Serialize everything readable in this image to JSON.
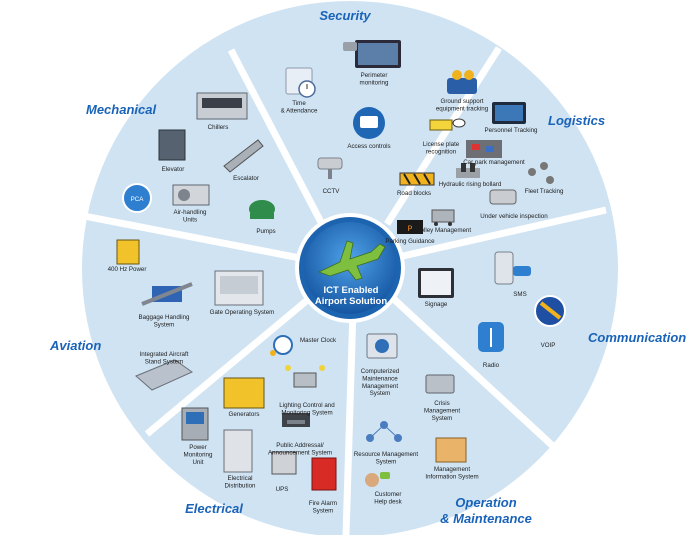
{
  "hub": {
    "line1": "ICT Enabled",
    "line2": "Airport Solution",
    "icon": "airplane-icon"
  },
  "colors": {
    "wheel": "#cfe3f3",
    "divider": "#ffffff",
    "category_text": "#1a63b8",
    "hub_outer": "#1c63b0",
    "hub_inner": "#2f86d4"
  },
  "categories": {
    "security": "Security",
    "logistics": "Logistics",
    "communication": "Communication",
    "operation_1": "Operation",
    "operation_2": "& Maintenance",
    "electrical": "Electrical",
    "aviation": "Aviation",
    "mechanical": "Mechanical"
  },
  "items": {
    "perimeter": [
      "Perimeter",
      "monitoring"
    ],
    "time": [
      "Time",
      "& Attendance"
    ],
    "access": [
      "Access controls"
    ],
    "cctv": [
      "CCTV"
    ],
    "ground": [
      "Ground support",
      "equipment tracking"
    ],
    "personnel": [
      "Personnel Tracking"
    ],
    "license": [
      "License plate",
      "recognition"
    ],
    "carpark": [
      "Car park management"
    ],
    "bollard": [
      "Hydraulic rising bollard"
    ],
    "fleet": [
      "Fleet Tracking"
    ],
    "roadblocks": [
      "Road blocks"
    ],
    "undervehicle": [
      "Under vehicle inspection"
    ],
    "trolley": [
      "Trolley Management"
    ],
    "parking": [
      "Parking Guidance"
    ],
    "sms": [
      "SMS"
    ],
    "signage": [
      "Signage"
    ],
    "voip": [
      "VOIP"
    ],
    "radio": [
      "Radio"
    ],
    "cmms": [
      "Computerized",
      "Maintenance",
      "Management",
      "System"
    ],
    "crisis": [
      "Crisis",
      "Management",
      "System"
    ],
    "resource": [
      "Resource Management",
      "System"
    ],
    "mis": [
      "Management",
      "Information System"
    ],
    "helpdesk": [
      "Customer",
      "Help desk"
    ],
    "masterclock": [
      "Master Clock"
    ],
    "generators": [
      "Generators"
    ],
    "lighting": [
      "Lighting Control and",
      "Monitoring System"
    ],
    "pa": [
      "Public Addressal/",
      "Announcement System"
    ],
    "power": [
      "Power",
      "Monitoring",
      "Unit"
    ],
    "elecdist": [
      "Electrical",
      "Distribution"
    ],
    "ups": [
      "UPS"
    ],
    "firealarm": [
      "Fire Alarm",
      "System"
    ],
    "hz400": [
      "400 Hz Power"
    ],
    "baggage": [
      "Baggage Handling",
      "System"
    ],
    "gate": [
      "Gate Operating System"
    ],
    "stand": [
      "Integrated Aircraft",
      "Stand System"
    ],
    "chillers": [
      "Chillers"
    ],
    "elevator": [
      "Elevator"
    ],
    "escalator": [
      "Escalator"
    ],
    "pca": [
      "PCA"
    ],
    "airhandling": [
      "Air-handling",
      "Units"
    ],
    "pumps": [
      "Pumps"
    ]
  }
}
